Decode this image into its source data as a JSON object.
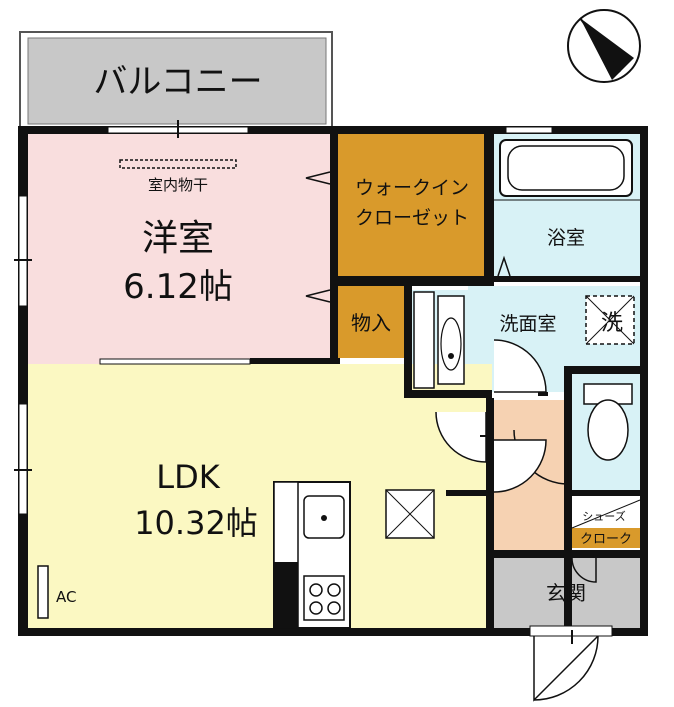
{
  "rooms": {
    "balcony": "バルコニー",
    "drying_rail": "室内物干",
    "western_room": "洋室",
    "western_room_size": "6.12帖",
    "walk_in_closet_line1": "ウォークイン",
    "walk_in_closet_line2": "クローゼット",
    "storage": "物入",
    "bathroom": "浴室",
    "washroom": "洗面室",
    "washer_mark": "洗",
    "ldk": "LDK",
    "ldk_size": "10.32帖",
    "shoe_line1": "シューズ",
    "shoe_line2": "クローク",
    "entrance": "玄関",
    "ac": "AC"
  },
  "colors": {
    "wall": "#111111",
    "balcony": "#c8c8c8",
    "western_room": "#f9dede",
    "closet": "#d99a2b",
    "bathroom": "#d8f2f6",
    "ldk": "#fbf8c2",
    "hallway": "#f6d2b2",
    "entrance": "#c8c8c8"
  },
  "icons": {
    "compass": "north-arrow-icon",
    "washer": "washer-pan-icon",
    "stove": "stove-icon",
    "sink": "sink-icon",
    "toilet": "toilet-icon",
    "bathtub": "bathtub-icon"
  }
}
